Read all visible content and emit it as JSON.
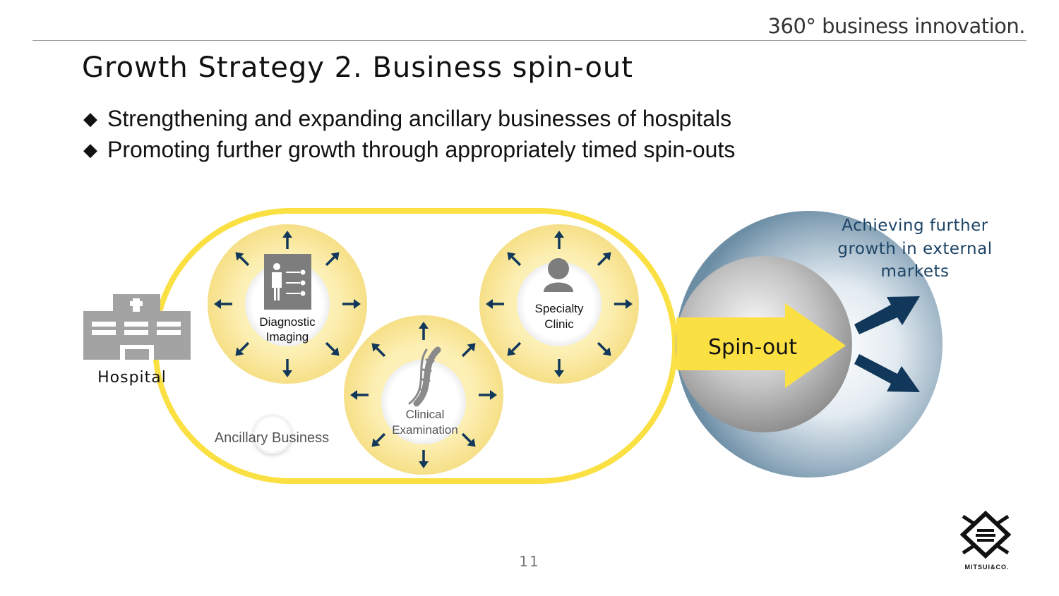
{
  "header": {
    "tagline": "360° business innovation."
  },
  "slide": {
    "title": "Growth Strategy 2. Business spin-out",
    "bullets": [
      {
        "marker": "◆",
        "text": "Strengthening and expanding ancillary businesses of hospitals"
      },
      {
        "marker": "◆",
        "text": "Promoting further growth through appropriately timed spin-outs"
      }
    ],
    "page_number": "11"
  },
  "diagram": {
    "hospital_label": "Hospital",
    "ancillary_label": "Ancillary Business",
    "units": [
      {
        "line1": "Diagnostic",
        "line2": "Imaging",
        "icon": "diagnostic-panel-icon"
      },
      {
        "line1": "Clinical",
        "line2": "Examination",
        "icon": "dna-icon"
      },
      {
        "line1": "Specialty",
        "line2": "Clinic",
        "icon": "person-icon"
      }
    ],
    "spinout_label": "Spin-out",
    "external": {
      "line1": "Achieving further",
      "line2": "growth in external",
      "line3": "markets"
    },
    "colors": {
      "yellow": "#fbe044",
      "navy": "#11375a",
      "gray_icon": "#a3a3a3",
      "text_navy": "#1d4466"
    }
  },
  "footer": {
    "logo_text": "MITSUI&CO."
  }
}
